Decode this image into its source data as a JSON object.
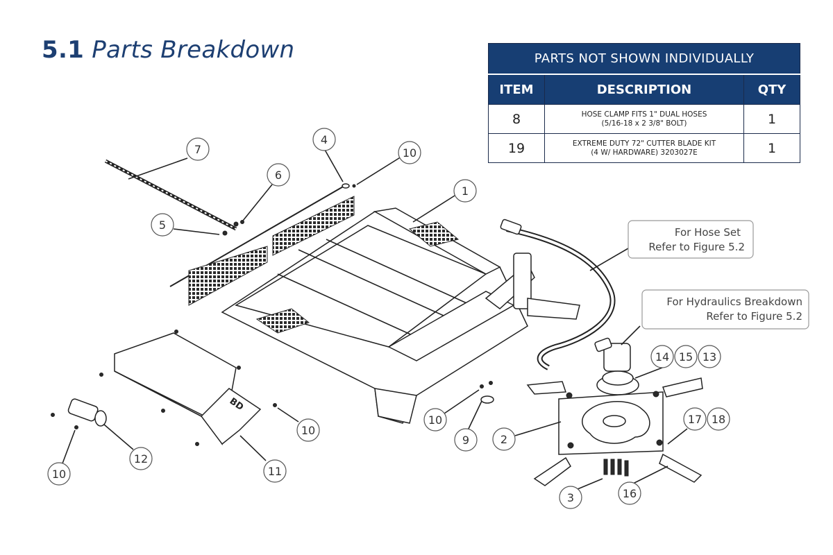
{
  "title": {
    "number": "5.1",
    "text": "Parts Breakdown"
  },
  "table": {
    "caption": "PARTS NOT SHOWN INDIVIDUALLY",
    "headers": {
      "item": "ITEM",
      "description": "DESCRIPTION",
      "qty": "QTY"
    },
    "rows": [
      {
        "item": "8",
        "desc_line1": "HOSE CLAMP FITS 1\" DUAL HOSES",
        "desc_line2": "(5/16-18 x 2 3/8\" BOLT)",
        "qty": "1"
      },
      {
        "item": "19",
        "desc_line1": "EXTREME DUTY 72\" CUTTER BLADE KIT",
        "desc_line2": "(4 W/ HARDWARE) 3203027E",
        "qty": "1"
      }
    ]
  },
  "callouts": {
    "c1": "1",
    "c2": "2",
    "c3": "3",
    "c4": "4",
    "c5": "5",
    "c6": "6",
    "c7": "7",
    "c9": "9",
    "c10a": "10",
    "c10b": "10",
    "c10c": "10",
    "c10d": "10",
    "c11": "11",
    "c12": "12",
    "c13": "13",
    "c14": "14",
    "c15": "15",
    "c16": "16",
    "c17": "17",
    "c18": "18"
  },
  "references": {
    "hose": {
      "line1": "For Hose Set",
      "line2": "Refer to Figure 5.2"
    },
    "hydraulics": {
      "line1": "For Hydraulics Breakdown",
      "line2": "Refer to Figure 5.2"
    }
  },
  "logo_text": "BD"
}
